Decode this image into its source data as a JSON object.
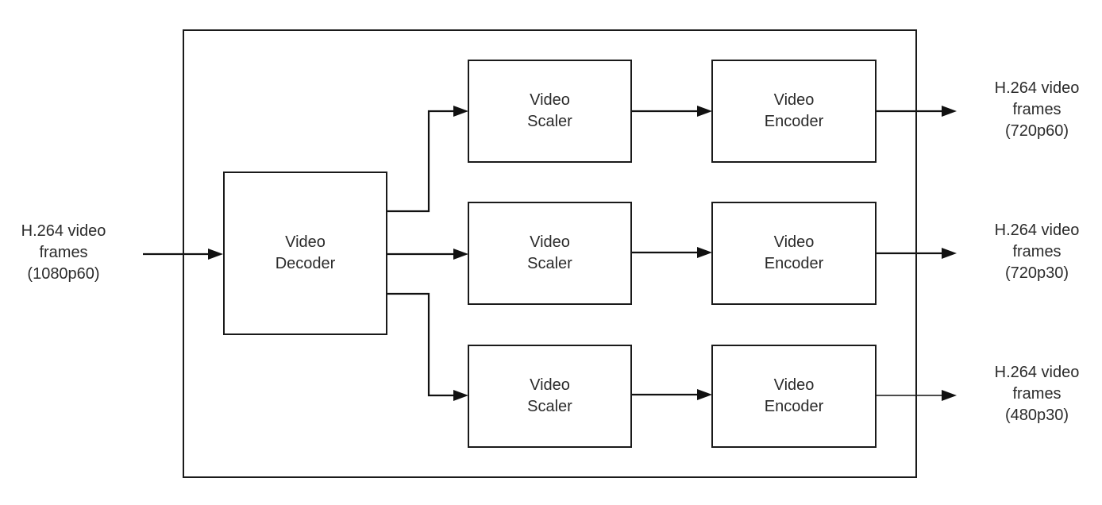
{
  "diagram": {
    "input": {
      "line1": "H.264 video",
      "line2": "frames",
      "line3": "(1080p60)"
    },
    "decoder": {
      "line1": "Video",
      "line2": "Decoder"
    },
    "pipelines": [
      {
        "scaler": {
          "line1": "Video",
          "line2": "Scaler"
        },
        "encoder": {
          "line1": "Video",
          "line2": "Encoder"
        },
        "output": {
          "line1": "H.264 video",
          "line2": "frames",
          "line3": "(720p60)"
        }
      },
      {
        "scaler": {
          "line1": "Video",
          "line2": "Scaler"
        },
        "encoder": {
          "line1": "Video",
          "line2": "Encoder"
        },
        "output": {
          "line1": "H.264 video",
          "line2": "frames",
          "line3": "(720p30)"
        }
      },
      {
        "scaler": {
          "line1": "Video",
          "line2": "Scaler"
        },
        "encoder": {
          "line1": "Video",
          "line2": "Encoder"
        },
        "output": {
          "line1": "H.264 video",
          "line2": "frames",
          "line3": "(480p30)"
        }
      }
    ],
    "colors": {
      "stroke": "#1a1a1a",
      "text": "#2b2b2b",
      "background": "#ffffff"
    }
  }
}
